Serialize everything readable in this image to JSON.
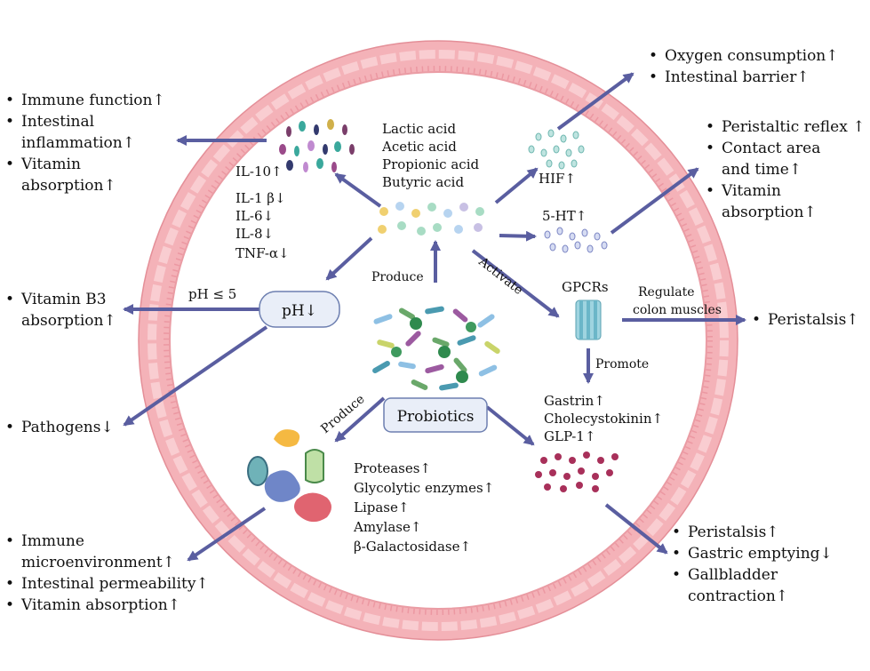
{
  "acids": [
    "Lactic acid",
    "Acetic acid",
    "Propionic acid",
    "Butyric acid"
  ],
  "cytokines": [
    "IL-10↑",
    "IL-1 β↓",
    "IL-6↓",
    "IL-8↓",
    "TNF-α↓"
  ],
  "immune_effects": [
    "Immune function↑",
    "Intestinal",
    "inflammation↑",
    "Vitamin",
    "absorption↑"
  ],
  "oxygen_effects": [
    "Oxygen consumption↑",
    "Intestinal barrier↑"
  ],
  "hif_label": "HIF↑",
  "serotonin_label": "5-HT↑",
  "serotonin_effects": [
    "Peristaltic reflex ↑",
    "Contact area",
    "and time↑",
    "Vitamin",
    "absorption↑"
  ],
  "ph_condition": "pH ≤ 5",
  "ph_label": "pH↓",
  "vitamin_b3": [
    "Vitamin B3",
    "absorption↑"
  ],
  "pathogens": "Pathogens↓",
  "produce_label_1": "Produce",
  "produce_label_2": "Produce",
  "activate_label": "Activate",
  "gpcr_label": "GPCRs",
  "regulate_label": [
    "Regulate",
    "colon muscles"
  ],
  "peristalsis_label": "Peristalsis↑",
  "promote_label": "Promote",
  "hormones": [
    "Gastrin↑",
    "Cholecystokinin↑",
    "GLP-1↑"
  ],
  "probiotics_label": "Probiotics",
  "enzymes": [
    "Proteases↑",
    "Glycolytic enzymes↑",
    "Lipase↑",
    "Amylase↑",
    "β-Galactosidase↑"
  ],
  "enzyme_effects": [
    "Immune",
    "microenvironment↑",
    "Intestinal permeability↑",
    "Vitamin absorption↑"
  ],
  "hormone_effects": [
    "Peristalsis↑",
    "Gastric emptying↓",
    "Gallbladder",
    "contraction↑"
  ],
  "colors": {
    "ring": "#f2aab0",
    "ring_cell": "#f7c6ca",
    "arrow": "#5a5ea0",
    "box_fill": "#e9eef8",
    "box_stroke": "#6d7fb0"
  }
}
